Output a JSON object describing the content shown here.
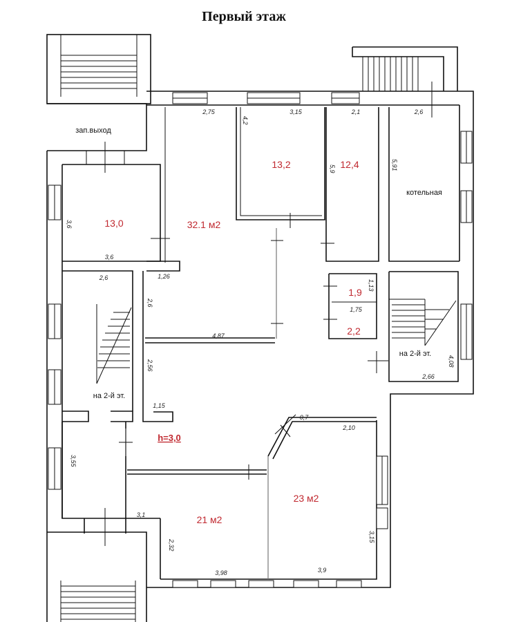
{
  "title": "Первый этаж",
  "areas": {
    "room_left": "13,0",
    "hall": "32.1 м2",
    "room_13_2": "13,2",
    "room_12_4": "12,4",
    "wc_1_9": "1,9",
    "wc_2_2": "2,2",
    "room_21": "21 м2",
    "room_23": "23 м2"
  },
  "labels": {
    "emergency_exit": "зап.выход",
    "boiler_room": "котельная",
    "stairs_left": "на 2-й эт.",
    "stairs_right": "на 2-й эт.",
    "ceiling_height": "h=3,0"
  },
  "dimensions": {
    "d_2_75": "2,75",
    "d_3_15": "3,15",
    "d_2_1": "2,1",
    "d_2_6_top": "2,6",
    "d_4_2": "4,2",
    "d_5_9": "5,9",
    "d_5_91": "5,91",
    "d_3_6_left": "3,6",
    "d_3_6_bottom": "3,6",
    "d_2_6_stair": "2,6",
    "d_1_26": "1,26",
    "d_2_6_corr": "2,6",
    "d_1_13": "1,13",
    "d_1_75": "1,75",
    "d_4_87": "4,87",
    "d_2_56": "2,56",
    "d_1_15": "1,15",
    "d_4_08": "4,08",
    "d_2_66": "2,66",
    "d_0_7": "0,7",
    "d_2_10": "2,10",
    "d_3_55": "3,55",
    "d_3_1": "3,1",
    "d_2_32": "2,32",
    "d_3_98": "3,98",
    "d_3_9": "3,9",
    "d_3_15_right": "3,15"
  },
  "colors": {
    "area_text": "#c0282f",
    "wall": "#111111",
    "background": "#ffffff"
  }
}
